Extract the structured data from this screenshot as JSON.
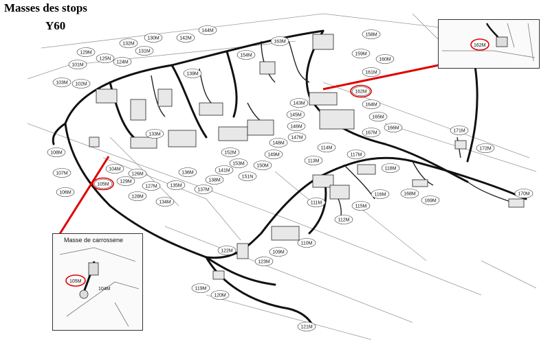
{
  "title": {
    "line1": "Masses des stops",
    "line2": "Y60"
  },
  "inset_bottom_left": {
    "caption": "Masse de carrossene",
    "labels": [
      "105M",
      "104M"
    ],
    "highlighted": "105M"
  },
  "inset_top_right": {
    "labels": [
      "162M"
    ],
    "highlighted": "162M"
  },
  "connector_labels": [
    "103M",
    "102M",
    "101M",
    "129M",
    "125N",
    "124M",
    "132M",
    "131M",
    "130M",
    "142M",
    "144M",
    "154M",
    "163M",
    "158M",
    "159M",
    "160M",
    "161M",
    "162M",
    "164M",
    "165M",
    "166M",
    "167M",
    "139M",
    "133M",
    "134M",
    "135M",
    "136M",
    "137M",
    "138M",
    "141M",
    "152M",
    "153M",
    "151N",
    "150M",
    "149M",
    "148M",
    "147M",
    "146M",
    "145M",
    "143M",
    "114M",
    "113M",
    "117M",
    "118M",
    "116M",
    "115M",
    "112M",
    "111M",
    "110M",
    "109M",
    "108M",
    "107M",
    "106M",
    "105M",
    "104M",
    "128M",
    "127M",
    "126M",
    "129M",
    "122M",
    "123M",
    "119M",
    "120M",
    "121M",
    "168M",
    "169M",
    "170M",
    "171M",
    "172M"
  ],
  "highlighted_labels": [
    "105M",
    "162M"
  ],
  "colors": {
    "highlight": "#e00000",
    "wire": "#111111",
    "line_art": "#9a9a9a"
  }
}
